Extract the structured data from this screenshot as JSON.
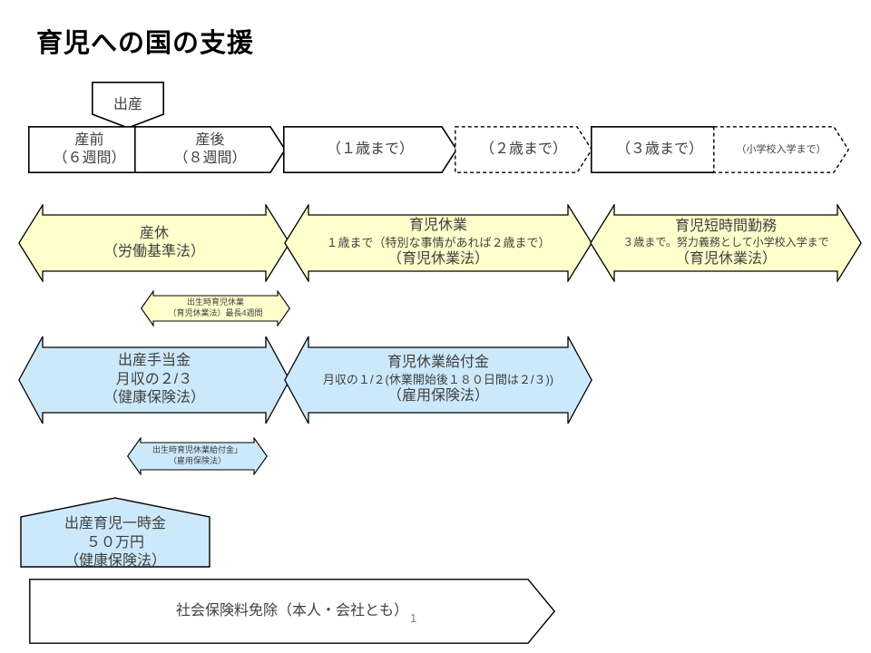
{
  "slide": {
    "title": "育児への国の支援",
    "page_number": "1",
    "colors": {
      "yellow_fill": "#FFFFCC",
      "blue_fill": "#CCE9FB",
      "white_fill": "#FFFFFF",
      "outline": "#000000",
      "text": "#404040"
    }
  },
  "birth_marker": {
    "label": "出産"
  },
  "timeline": {
    "segments": [
      {
        "name": "sanzen",
        "line1": "産前",
        "line2": "（６週間）",
        "style": "solid",
        "size": "normal"
      },
      {
        "name": "sango",
        "line1": "産後",
        "line2": "（８週間）",
        "style": "solid",
        "size": "normal"
      },
      {
        "name": "until-age-1",
        "line1": "（１歳まで）",
        "line2": "",
        "style": "solid",
        "size": "normal"
      },
      {
        "name": "until-age-2",
        "line1": "（２歳まで）",
        "line2": "",
        "style": "dashed",
        "size": "normal"
      },
      {
        "name": "until-age-3",
        "line1": "（３歳まで）",
        "line2": "",
        "style": "solid",
        "size": "normal"
      },
      {
        "name": "until-elementary",
        "line1": "（小学校入学まで）",
        "line2": "",
        "style": "dashed",
        "size": "small"
      }
    ]
  },
  "leave_row": {
    "maternity_leave": {
      "line1": "産休",
      "line2": "（労働基準法）"
    },
    "childcare_leave": {
      "line1": "育児休業",
      "line2": "１歳まで（特別な事情があれば２歳まで）",
      "line3": "（育児休業法）"
    },
    "short_time_work": {
      "line1": "育児短時間勤務",
      "line2": "３歳まで。努力義務として小学校入学まで",
      "line3": "（育児休業法）"
    },
    "postnatal_paternity_leave": {
      "line1": "出生時育児休業",
      "line2": "（育児休業法）最長4週間"
    }
  },
  "benefit_row": {
    "maternity_allowance": {
      "line1": "出産手当金",
      "line2": "月収の２/３",
      "line3": "（健康保険法）"
    },
    "childcare_leave_benefit": {
      "line1": "育児休業給付金",
      "line2": "月収の１/２(休業開始後１８０日間は２/３))",
      "line3": "（雇用保険法）"
    },
    "postnatal_paternity_benefit": {
      "line1": "出生時育児休業給付金」",
      "line2": "（雇用保険法）"
    },
    "lump_sum": {
      "line1": "出産育児一時金",
      "line2": "５０万円",
      "line3": "（健康保険法）"
    }
  },
  "bottom_bar": {
    "label": "社会保険料免除（本人・会社とも）"
  }
}
